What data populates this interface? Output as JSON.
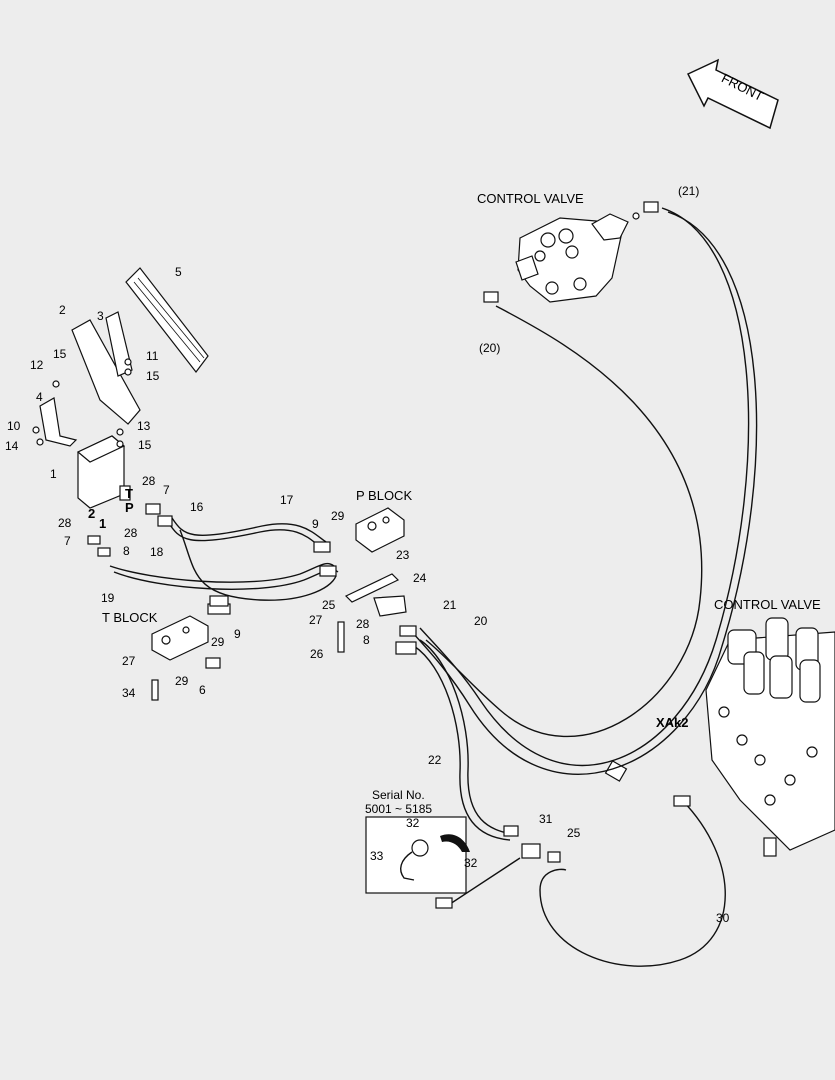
{
  "front_label": "FRONT",
  "control_valve_top": "CONTROL VALVE",
  "control_valve_right": "CONTROL VALVE",
  "p_block": "P BLOCK",
  "t_block": "T BLOCK",
  "xak2": "XAk2",
  "serial_title": "Serial No.",
  "serial_range": "5001 ~ 5185",
  "port_t": "T",
  "port_p": "P",
  "port_2": "2",
  "port_1": "1",
  "callouts": {
    "c1": "1",
    "c2": "2",
    "c3": "3",
    "c4": "4",
    "c5": "5",
    "c6": "6",
    "c7a": "7",
    "c7b": "7",
    "c8a": "8",
    "c8b": "8",
    "c9a": "9",
    "c9b": "9",
    "c10": "10",
    "c11": "11",
    "c12": "12",
    "c13": "13",
    "c14": "14",
    "c15a": "15",
    "c15b": "15",
    "c15c": "15",
    "c16": "16",
    "c17": "17",
    "c18": "18",
    "c19": "19",
    "c20": "20",
    "c20p": "(20)",
    "c21": "21",
    "c21p": "(21)",
    "c22": "22",
    "c23": "23",
    "c24": "24",
    "c25a": "25",
    "c25b": "25",
    "c26": "26",
    "c27a": "27",
    "c27b": "27",
    "c28a": "28",
    "c28b": "28",
    "c28c": "28",
    "c28d": "28",
    "c29a": "29",
    "c29b": "29",
    "c29c": "29",
    "c30": "30",
    "c31": "31",
    "c32a": "32",
    "c32b": "32",
    "c33": "33",
    "c34": "34"
  }
}
